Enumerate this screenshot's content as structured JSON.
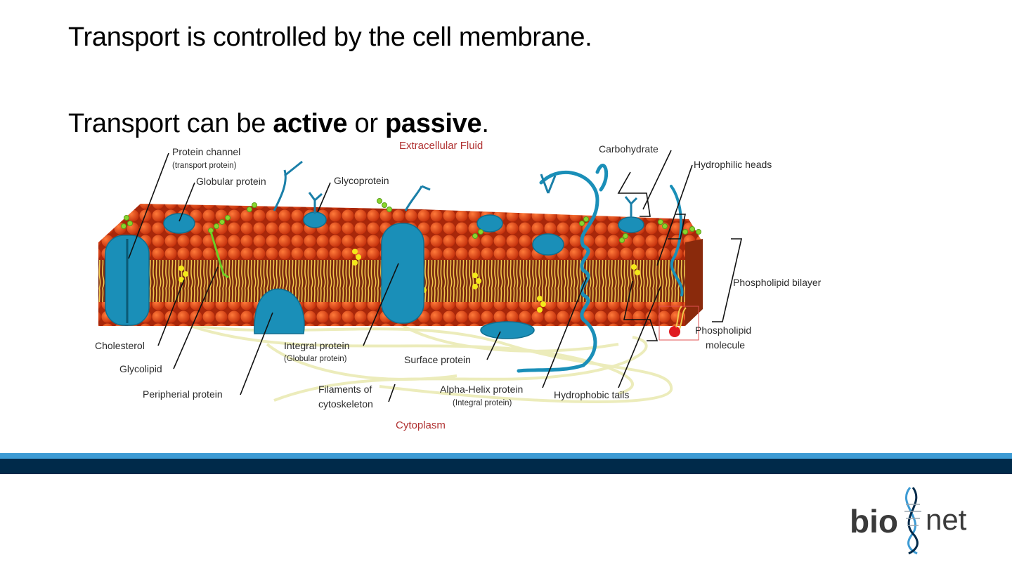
{
  "slide": {
    "line1": "Transport is controlled by the cell membrane.",
    "line2_before": "Transport can be ",
    "line2_active": "active",
    "line2_middle": " or ",
    "line2_passive": "passive",
    "line2_after": "."
  },
  "diagram": {
    "region_top": "Extracellular Fluid",
    "region_bottom": "Cytoplasm",
    "labels": {
      "protein_channel": "Protein channel",
      "protein_channel_sub": "(transport protein)",
      "globular_protein": "Globular protein",
      "glycoprotein": "Glycoprotein",
      "carbohydrate": "Carbohydrate",
      "hydrophilic_heads": "Hydrophilic heads",
      "phospholipid_bilayer": "Phospholipid bilayer",
      "phospholipid_molecule_1": "Phospholipid",
      "phospholipid_molecule_2": "molecule",
      "cholesterol": "Cholesterol",
      "glycolipid": "Glycolipid",
      "peripheral_protein": "Peripherial protein",
      "integral_protein": "Integral protein",
      "integral_protein_sub": "(Globular protein)",
      "surface_protein": "Surface protein",
      "filaments_1": "Filaments of",
      "filaments_2": "cytoskeleton",
      "alpha_helix": "Alpha-Helix protein",
      "alpha_helix_sub": "(Integral protein)",
      "hydrophobic_tails": "Hydrophobic tails"
    }
  },
  "logo": {
    "part1": "bio",
    "part2": "net"
  },
  "colors": {
    "band_light": "#3d9bd4",
    "band_dark": "#002a4a",
    "head": "#e8461a",
    "protein": "#1a8fb8",
    "tail": "#f2c94c",
    "region_text": "#b03030"
  }
}
